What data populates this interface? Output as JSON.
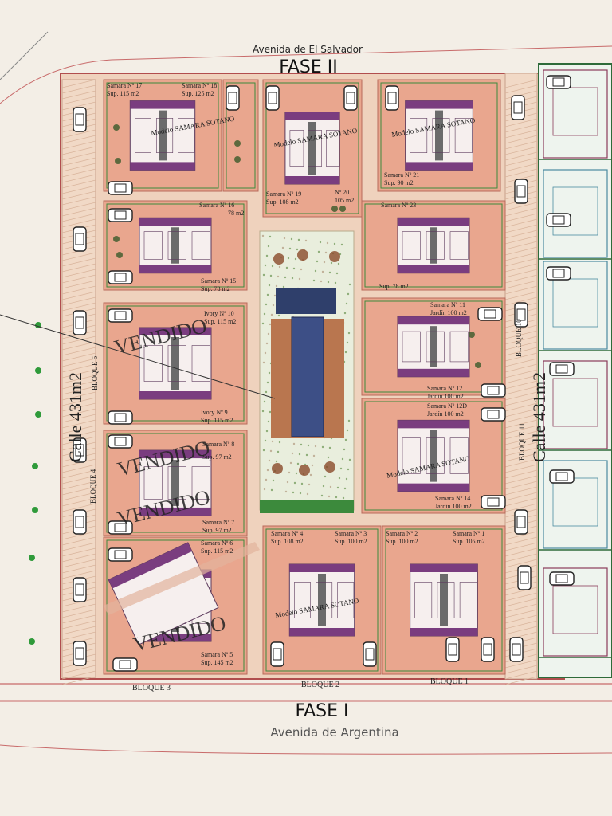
{
  "streets": {
    "top_avenue": "Avenida de El Salvador",
    "bottom_avenue": "Avenida de Argentina",
    "left_street": "Calle 431m2",
    "right_street": "Calle 431m2"
  },
  "phases": {
    "top": "FASE II",
    "bottom": "FASE I"
  },
  "blocks": {
    "bloque1": "BLOQUE 1",
    "bloque2": "BLOQUE 2",
    "bloque3": "BLOQUE 3",
    "bloque4": "BLOQUE 4",
    "bloque_left_upper": "BLOQUE 5",
    "bloque_right_upper": "BLOQUE 10",
    "bloque_right_lower": "BLOQUE 11"
  },
  "sold_label": "VENDIDO",
  "lots": [
    {
      "id": "l17",
      "name": "Samara Nº 17",
      "sup": "Sup. 115 m2"
    },
    {
      "id": "l18",
      "name": "Samara Nº 18",
      "sup": "Sup. 125 m2"
    },
    {
      "id": "l19",
      "name": "Samara Nº 19",
      "sup": "Sup. 108 m2"
    },
    {
      "id": "l20",
      "name": "Nº 20",
      "sup": "105 m2"
    },
    {
      "id": "l21",
      "name": "Samara Nº 21",
      "sup": "Sup. 90 m2"
    },
    {
      "id": "l16",
      "name": "Samara Nº 16",
      "sup": "78 m2"
    },
    {
      "id": "l15",
      "name": "Samara Nº 15",
      "sup": "Sup. 78 m2"
    },
    {
      "id": "l23",
      "name": "Samara Nº 23",
      "sup": ""
    },
    {
      "id": "l22",
      "name": "",
      "sup": "Sup. 78 m2"
    },
    {
      "id": "l10",
      "name": "Ivory Nº 10",
      "sup": "Sup. 115 m2"
    },
    {
      "id": "l9",
      "name": "Ivory Nº 9",
      "sup": "Sup. 115 m2"
    },
    {
      "id": "l11",
      "name": "Samara Nº 11",
      "sup": "Jardín 100 m2"
    },
    {
      "id": "l12",
      "name": "Samara Nº 12",
      "sup": "Jardín 100 m2"
    },
    {
      "id": "l12b",
      "name": "Samara Nº 12D",
      "sup": "Jardín 100 m2"
    },
    {
      "id": "l14",
      "name": "Samara Nº 14",
      "sup": "Jardín 100 m2"
    },
    {
      "id": "l8",
      "name": "Samara Nº 8",
      "sup": "Sup. 97 m2"
    },
    {
      "id": "l7",
      "name": "Samara Nº 7",
      "sup": "Sup. 97 m2"
    },
    {
      "id": "l6",
      "name": "Samara Nº 6",
      "sup": "Sup. 115 m2"
    },
    {
      "id": "l5",
      "name": "Samara Nº 5",
      "sup": "Sup. 145 m2"
    },
    {
      "id": "l4",
      "name": "Samara Nº 4",
      "sup": "Sup. 108 m2"
    },
    {
      "id": "l3",
      "name": "Samara Nº 3",
      "sup": "Sup. 100 m2"
    },
    {
      "id": "l2",
      "name": "Samara Nº 2",
      "sup": "Sup. 100 m2"
    },
    {
      "id": "l1",
      "name": "Samara Nº 1",
      "sup": "Sup. 105 m2"
    }
  ],
  "model_label": "Modelo SAMARA SOTANO",
  "colors": {
    "plot": "#e9a68e",
    "street": "#efd2bd",
    "green": "#3c8a3c",
    "purple": "#7a3d7f",
    "red_stamp": "#c22a2a",
    "pool": "#3d4f86"
  }
}
